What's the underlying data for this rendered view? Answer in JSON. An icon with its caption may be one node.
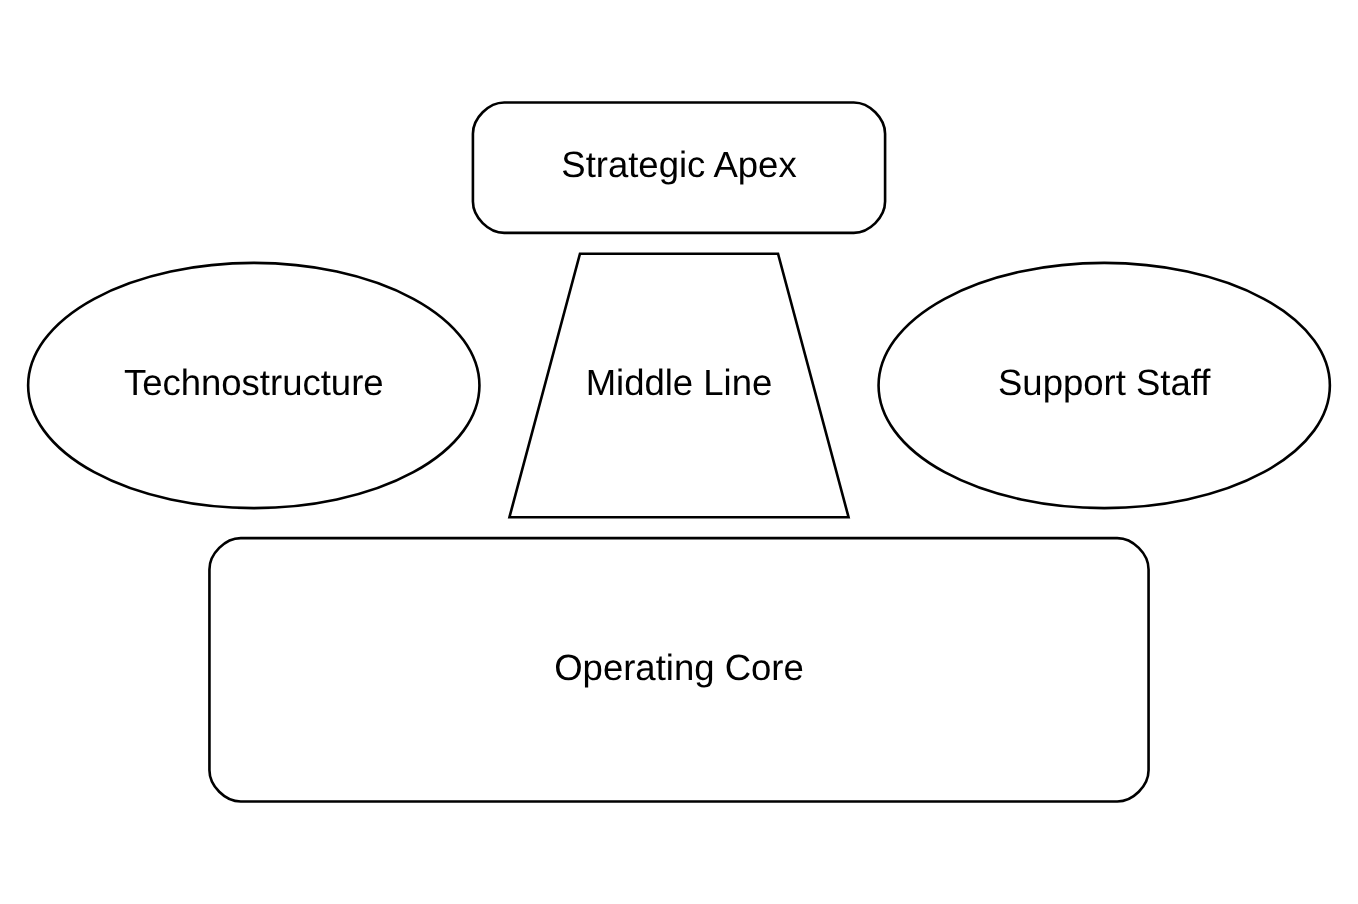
{
  "diagram": {
    "nodes": [
      {
        "text": [
          "Strategic Apex"
        ]
      },
      {
        "text": [
          "Technostructure"
        ]
      },
      {
        "text": [
          "Middle Line"
        ]
      },
      {
        "text": [
          "Support Staff"
        ]
      },
      {
        "text": [
          "Operating Core"
        ]
      }
    ],
    "edges": []
  }
}
